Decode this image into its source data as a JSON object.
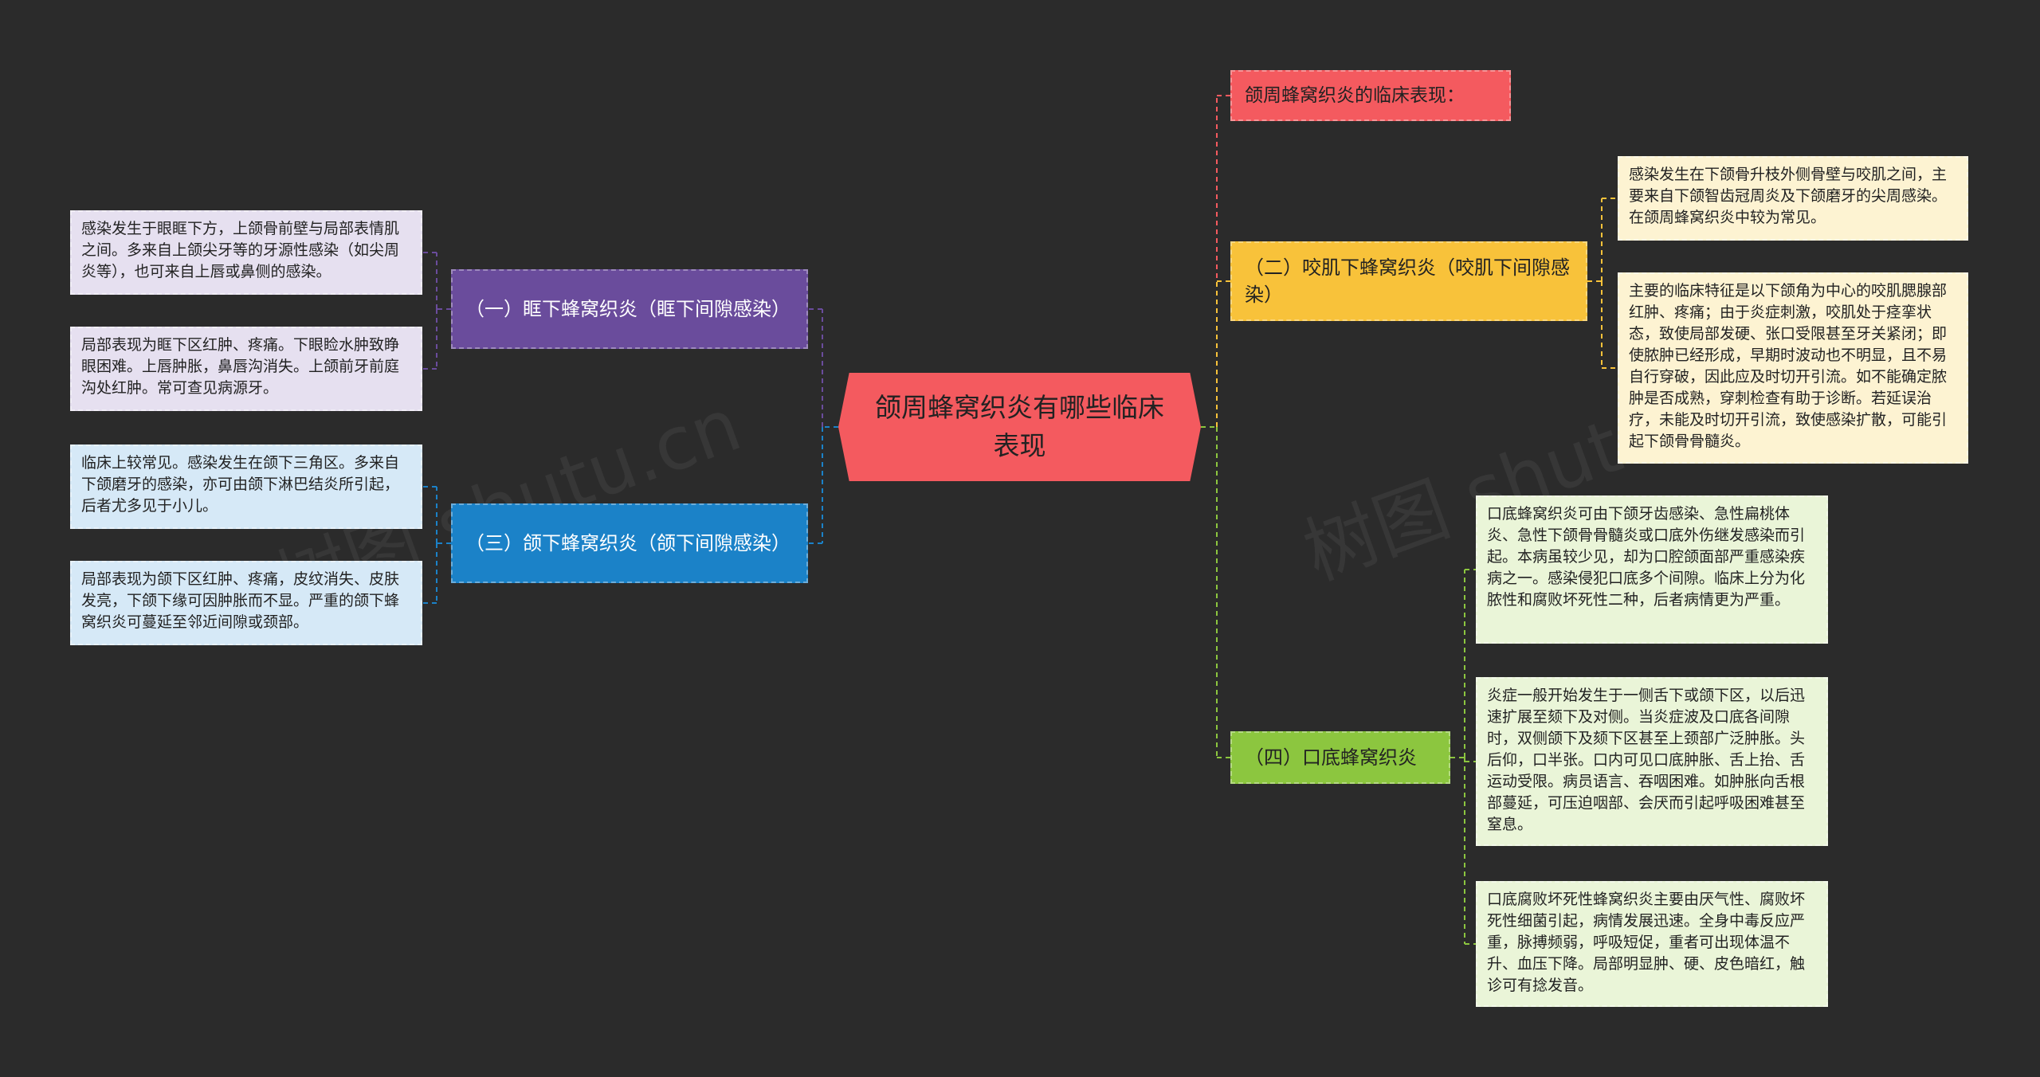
{
  "root": {
    "label": "颌周蜂窝织炎有哪些临床表现",
    "color": "#f45a5f"
  },
  "topics": [
    {
      "id": "t0",
      "label": "颌周蜂窝织炎的临床表现：",
      "color": "#f45a5f",
      "leaves": []
    },
    {
      "id": "t1",
      "label": "（二）咬肌下蜂窝织炎（咬肌下间隙感染）",
      "color": "#f8c23a",
      "leaf_color": "#fdf3d2",
      "leaves": [
        "感染发生在下颌骨升枝外侧骨壁与咬肌之间，主要来自下颌智齿冠周炎及下颌磨牙的尖周感染。在颌周蜂窝织炎中较为常见。",
        "主要的临床特征是以下颌角为中心的咬肌腮腺部红肿、疼痛；由于炎症刺激，咬肌处于痉挛状态，致使局部发硬、张口受限甚至牙关紧闭；即使脓肿已经形成，早期时波动也不明显，且不易自行穿破，因此应及时切开引流。如不能确定脓肿是否成熟，穿刺检查有助于诊断。若延误治疗，未能及时切开引流，致使感染扩散，可能引起下颌骨骨髓炎。"
      ]
    },
    {
      "id": "t2",
      "label": "（四）口底蜂窝织炎",
      "color": "#8cc63f",
      "leaf_color": "#eaf5d8",
      "leaves": [
        "口底蜂窝织炎可由下颌牙齿感染、急性扁桃体炎、急性下颌骨骨髓炎或口底外伤继发感染而引起。本病虽较少见，却为口腔颌面部严重感染疾病之一。感染侵犯口底多个间隙。临床上分为化脓性和腐败坏死性二种，后者病情更为严重。",
        "炎症一般开始发生于一侧舌下或颌下区，以后迅速扩展至颏下及对侧。当炎症波及口底各间隙时，双侧颌下及颏下区甚至上颈部广泛肿胀。头后仰，口半张。口内可见口底肿胀、舌上抬、舌运动受限。病员语言、吞咽困难。如肿胀向舌根部蔓延，可压迫咽部、会厌而引起呼吸困难甚至窒息。",
        "口底腐败坏死性蜂窝织炎主要由厌气性、腐败坏死性细菌引起，病情发展迅速。全身中毒反应严重，脉搏频弱，呼吸短促，重者可出现体温不升、血压下降。局部明显肿、硬、皮色暗红，触诊可有捻发音。"
      ]
    },
    {
      "id": "t3",
      "label": "（一）眶下蜂窝织炎（眶下间隙感染）",
      "color": "#6a4c9c",
      "text_color": "#ffffff",
      "leaf_color": "#e6e0f0",
      "leaves": [
        "感染发生于眼眶下方，上颌骨前壁与局部表情肌之间。多来自上颌尖牙等的牙源性感染（如尖周炎等），也可来自上唇或鼻侧的感染。",
        "局部表现为眶下区红肿、疼痛。下眼睑水肿致睁眼困难。上唇肿胀，鼻唇沟消失。上颌前牙前庭沟处红肿。常可查见病源牙。"
      ]
    },
    {
      "id": "t4",
      "label": "（三）颌下蜂窝织炎（颌下间隙感染）",
      "color": "#1b82c8",
      "text_color": "#ffffff",
      "leaf_color": "#d6e9f7",
      "leaves": [
        "临床上较常见。感染发生在颌下三角区。多来自下颌磨牙的感染，亦可由颌下淋巴结炎所引起，后者尤多见于小儿。",
        "局部表现为颌下区红肿、疼痛，皮纹消失、皮肤发亮，下颌下缘可因肿胀而不显。严重的颌下蜂窝织炎可蔓延至邻近间隙或颈部。"
      ]
    }
  ],
  "watermarks": [
    "树图 shutu.cn",
    "树图 shutu.cn"
  ]
}
